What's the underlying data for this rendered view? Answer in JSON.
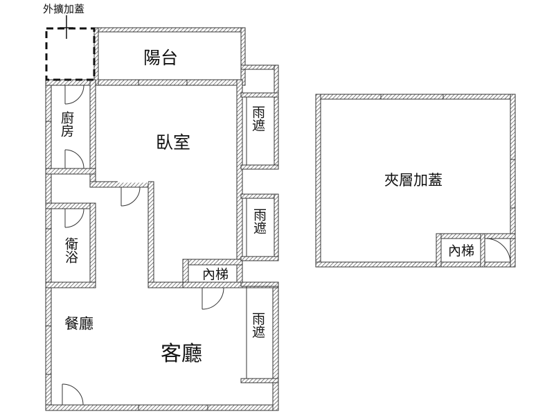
{
  "annotation": "外擴加蓋",
  "rooms": {
    "balcony": "陽台",
    "kitchen": "廚房",
    "bedroom": "臥室",
    "canopy_top": "雨遮",
    "canopy_mid": "雨遮",
    "canopy_bottom": "雨遮",
    "bathroom": "衛浴",
    "stair_main": "內梯",
    "dining": "餐廳",
    "living": "客廳",
    "mezzanine": "夾層加蓋",
    "stair_mezz": "內梯"
  }
}
